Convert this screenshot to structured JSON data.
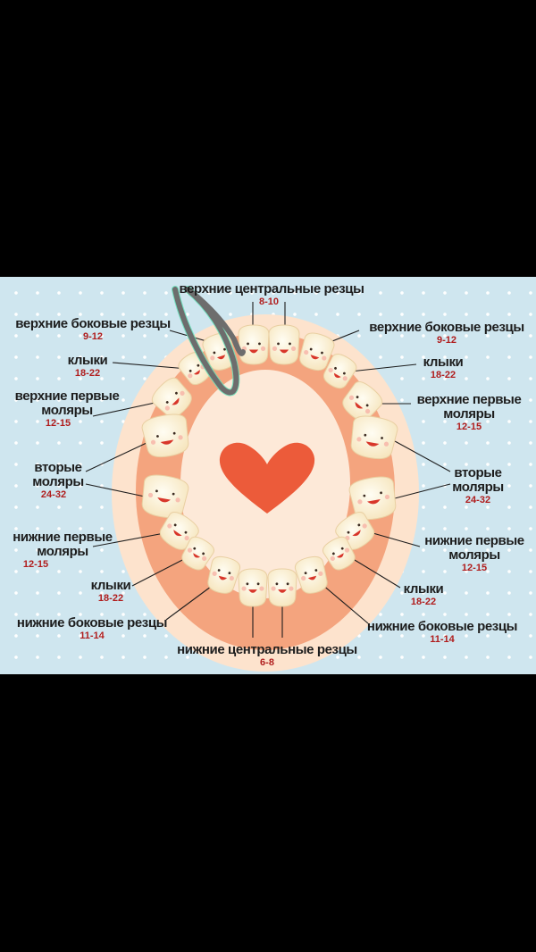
{
  "labels": {
    "upper_central": {
      "name": "верхние центральные резцы",
      "age": "8-10"
    },
    "upper_lateral_left": {
      "name": "верхние боковые резцы",
      "age": "9-12"
    },
    "upper_lateral_right": {
      "name": "верхние боковые резцы",
      "age": "9-12"
    },
    "upper_canine_left": {
      "name": "клыки",
      "age": "18-22"
    },
    "upper_canine_right": {
      "name": "клыки",
      "age": "18-22"
    },
    "upper_first_molar_left": {
      "name": "верхние первые моляры",
      "age": "12-15"
    },
    "upper_first_molar_right": {
      "name": "верхние первые моляры",
      "age": "12-15"
    },
    "second_molar_left": {
      "name": "вторые моляры",
      "age": "24-32"
    },
    "second_molar_right": {
      "name": "вторые моляры",
      "age": "24-32"
    },
    "lower_first_molar_left": {
      "name": "нижние первые моляры",
      "age": "12-15"
    },
    "lower_first_molar_right": {
      "name": "нижние первые моляры",
      "age": "12-15"
    },
    "lower_canine_left": {
      "name": "клыки",
      "age": "18-22"
    },
    "lower_canine_right": {
      "name": "клыки",
      "age": "18-22"
    },
    "lower_lateral_left": {
      "name": "нижние боковые резцы",
      "age": "11-14"
    },
    "lower_lateral_right": {
      "name": "нижние боковые резцы",
      "age": "11-14"
    },
    "lower_central": {
      "name": "нижние центральные резцы",
      "age": "6-8"
    }
  },
  "colors": {
    "background": "#cfe6ef",
    "mouth_outer": "#fde3cd",
    "gum": "#f4a47e",
    "tooth": "#fdf7e3",
    "heart": "#ec5b3a",
    "label_age": "#b01d1d",
    "scribble": "#6d6d6d",
    "scribble_glow": "#64e0b8"
  }
}
